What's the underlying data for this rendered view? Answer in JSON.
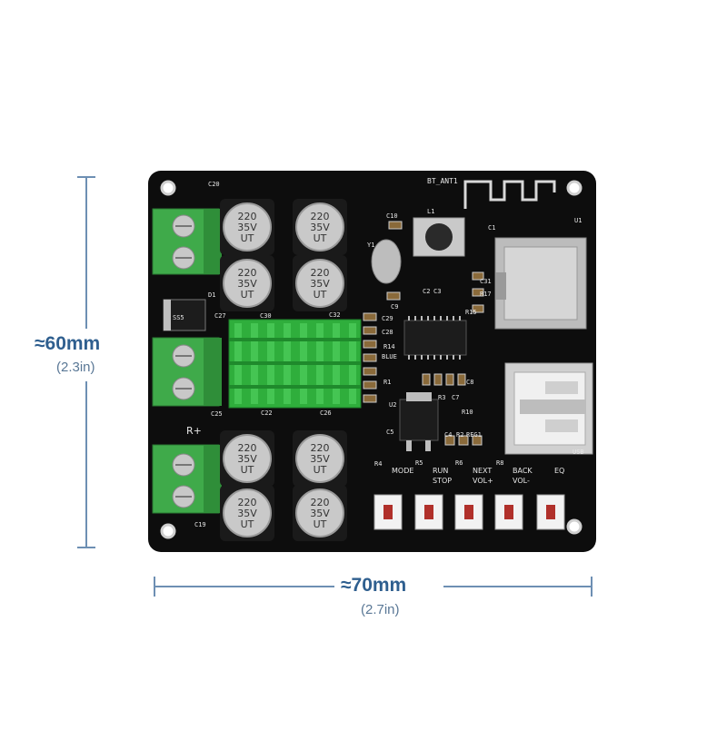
{
  "dimensions": {
    "height": {
      "label": "≈60mm",
      "sub": "(2.3in)"
    },
    "width": {
      "label": "≈70mm",
      "sub": "(2.7in)"
    }
  },
  "colors": {
    "dimension_line": "#6d8fb3",
    "dimension_text": "#2f5f8f",
    "pcb": "#0d0d0d",
    "terminal": "#3faa4a",
    "heatsink": "#2fae3c",
    "capacitor": "#c9c9c9",
    "silk": "#e6e6e6"
  },
  "board": {
    "antenna_label": "BT_ANT1",
    "terminals": [
      "",
      "",
      ""
    ],
    "capacitors": [
      {
        "lines": [
          "220",
          "35V",
          "UT"
        ]
      },
      {
        "lines": [
          "220",
          "35V",
          "UT"
        ]
      },
      {
        "lines": [
          "220",
          "35V",
          "UT"
        ]
      },
      {
        "lines": [
          "220",
          "35V",
          "UT"
        ]
      },
      {
        "lines": [
          "220",
          "35V",
          "UT"
        ]
      },
      {
        "lines": [
          "220",
          "35V",
          "UT"
        ]
      },
      {
        "lines": [
          "220",
          "35V",
          "UT"
        ]
      },
      {
        "lines": [
          "220",
          "35V",
          "UT"
        ]
      }
    ],
    "ref_labels": [
      "C20",
      "C10",
      "L1",
      "C1",
      "Y1",
      "C9",
      "C2",
      "C3",
      "C31",
      "R17",
      "R15",
      "C32",
      "C29",
      "C28",
      "R14",
      "BLUE",
      "R1",
      "C27",
      "C30",
      "C25",
      "C22",
      "C26",
      "R3",
      "C7",
      "C8",
      "U2",
      "R10",
      "C5",
      "C4",
      "R2",
      "REG1",
      "D1",
      "SS5",
      "C19",
      "R4",
      "R5",
      "R6",
      "R8",
      "U1",
      "USB"
    ],
    "button_labels": [
      "MODE",
      "RUN\nSTOP",
      "NEXT\nVOL+",
      "BACK\nVOL-",
      "EQ"
    ],
    "polarity_label": "R+"
  }
}
